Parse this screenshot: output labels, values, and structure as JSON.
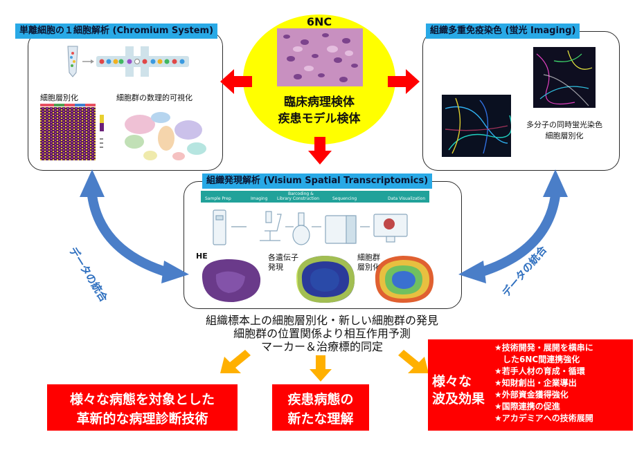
{
  "top_center": {
    "title": "6NC",
    "line1": "臨床病理検体",
    "line2": "疾患モデル検体"
  },
  "left_panel": {
    "header": "単離細胞の１細胞解析 (Chromium System)",
    "label_cluster": "細胞層別化",
    "label_visual": "細胞群の数理的可視化"
  },
  "right_panel": {
    "header": "組織多重免疫染色 (蛍光 Imaging)",
    "label_line1": "多分子の同時蛍光染色",
    "label_line2": "細胞層別化"
  },
  "center_panel": {
    "header": "組織発現解析 (Visium Spatial Transcriptomics)",
    "steps": [
      "Sample Prep",
      "Imaging",
      "Barcoding &",
      "Library Construction",
      "Sequencing",
      "Data Visualization"
    ],
    "label_he": "HE",
    "label_gene1": "各遺伝子",
    "label_gene2": "発現",
    "label_cluster1": "細胞群",
    "label_cluster2": "層別化"
  },
  "integration_left": "データの統合",
  "integration_right": "データの統合",
  "findings": {
    "line1": "組織標本上の細胞層別化・新しい細胞群の発見",
    "line2": "細胞群の位置関係より相互作用予測",
    "line3": "マーカー＆治療標的同定"
  },
  "outcome_left": {
    "line1": "様々な病態を対象とした",
    "line2": "革新的な病理診断技術"
  },
  "outcome_center": {
    "line1": "疾患病態の",
    "line2": "新たな理解"
  },
  "outcome_right": {
    "title1": "様々な",
    "title2": "波及効果",
    "items": [
      "★技術開発・展開を横串に",
      "した6NC間連携強化",
      "★若手人材の育成・循環",
      "★知財創出・企業導出",
      "★外部資金獲得強化",
      "★国際連携の促進",
      "★アカデミアへの技術展開"
    ]
  },
  "colors": {
    "header_blue": "#29a9e6",
    "red": "#ff0000",
    "yellow": "#ffff00",
    "arrow_blue": "#4a7ec8",
    "arrow_orange": "#ffb000"
  }
}
